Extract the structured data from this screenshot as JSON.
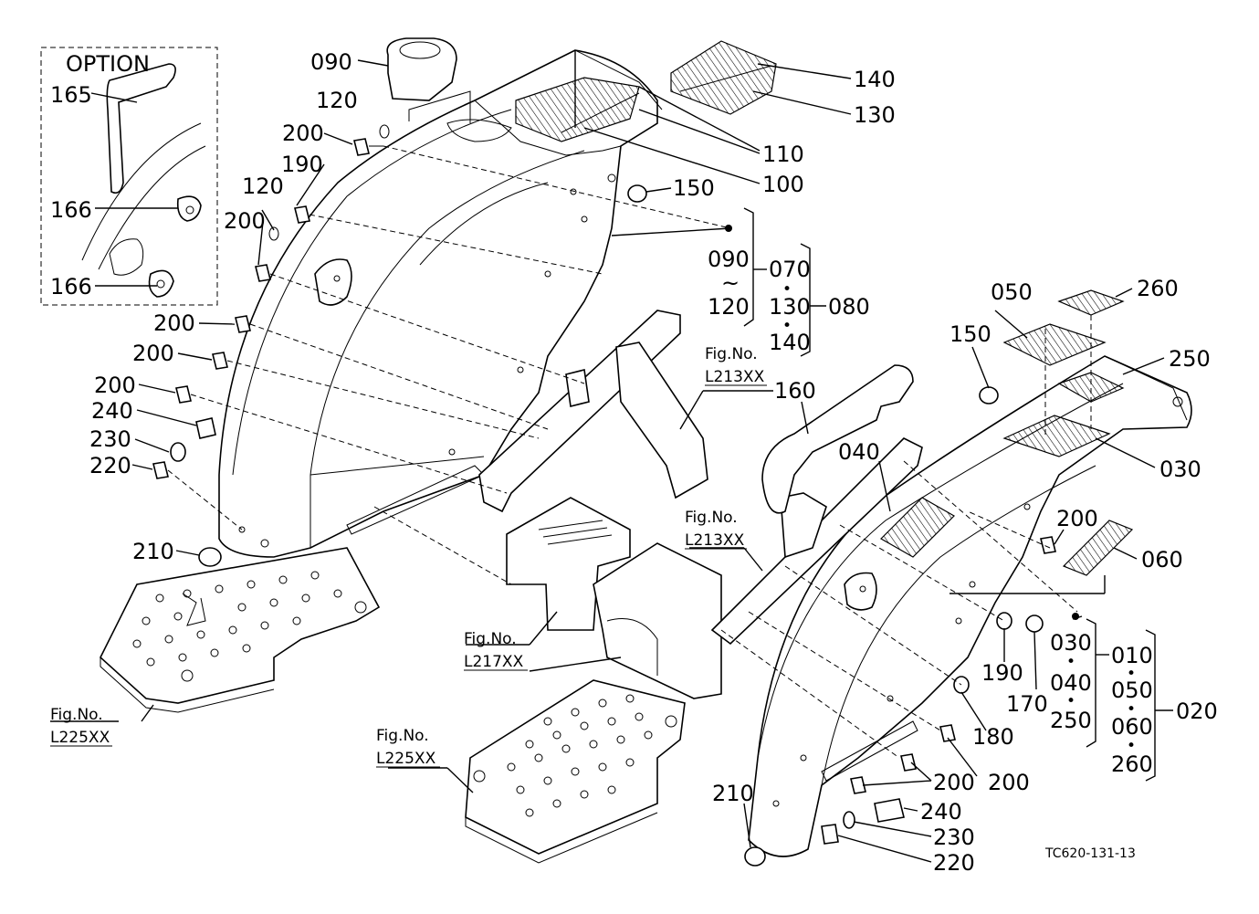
{
  "option_label": "OPTION",
  "drawing_code": "TC620-131-13",
  "fig_refs": {
    "l213_top_title": "Fig.No.",
    "l213_top_code": "L213XX",
    "l213_right_title": "Fig.No.",
    "l213_right_code": "L213XX",
    "l217_title": "Fig.No.",
    "l217_code": "L217XX",
    "l225_left_title": "Fig.No.",
    "l225_left_code": "L225XX",
    "l225_center_title": "Fig.No.",
    "l225_center_code": "L225XX"
  },
  "part_numbers": {
    "p165": "165",
    "p166a": "166",
    "p166b": "166",
    "p090": "090",
    "p120a": "120",
    "p120b": "120",
    "p200a": "200",
    "p190a": "190",
    "p200b": "200",
    "p200c": "200",
    "p200d": "200",
    "p200e": "200",
    "p240a": "240",
    "p230a": "230",
    "p220a": "220",
    "p210a": "210",
    "p140": "140",
    "p130": "130",
    "p110": "110",
    "p100": "100",
    "p150a": "150",
    "g1_090": "090",
    "g1_tilde": "~",
    "g1_120": "120",
    "g1_070": "070",
    "g1_dot1": "•",
    "g1_130": "130",
    "g1_dot2": "•",
    "g1_140": "140",
    "g1_080": "080",
    "p160": "160",
    "p050": "050",
    "p260": "260",
    "p150b": "150",
    "p250": "250",
    "p040": "040",
    "p030": "030",
    "p200f": "200",
    "p060": "060",
    "p190b": "190",
    "p170": "170",
    "p180": "180",
    "g2_030": "030",
    "g2_dot1": "•",
    "g2_040": "040",
    "g2_dot2": "•",
    "g2_250": "250",
    "g2_010": "010",
    "g2_dot3": "•",
    "g2_050": "050",
    "g2_dot4": "•",
    "g2_060": "060",
    "g2_dot5": "•",
    "g2_260": "260",
    "g2_020": "020",
    "p200g": "200",
    "p200h": "200",
    "p210b": "210",
    "p240b": "240",
    "p230b": "230",
    "p220b": "220"
  }
}
